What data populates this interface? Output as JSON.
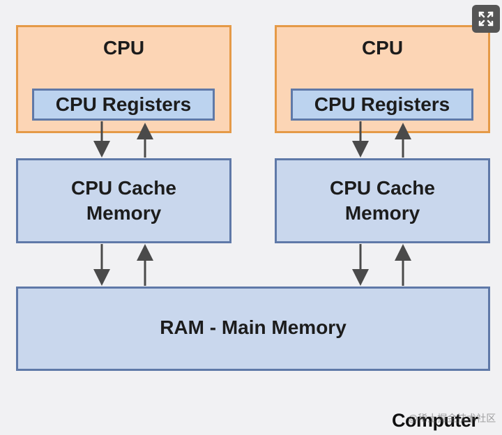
{
  "diagram": {
    "cpus": [
      {
        "title": "CPU",
        "registers": "CPU Registers",
        "cache_line1": "CPU Cache",
        "cache_line2": "Memory"
      },
      {
        "title": "CPU",
        "registers": "CPU Registers",
        "cache_line1": "CPU Cache",
        "cache_line2": "Memory"
      }
    ],
    "ram": "RAM - Main Memory",
    "footer": "Computer",
    "watermark": "@稀土掘金技术社区",
    "colors": {
      "cpu_fill": "#fcd5b5",
      "cpu_border": "#e59a47",
      "memory_fill": "#c9d7ed",
      "memory_border": "#5f79a8",
      "arrow": "#4a4a4a"
    }
  },
  "toolbar": {
    "expand_icon": "expand-icon"
  }
}
